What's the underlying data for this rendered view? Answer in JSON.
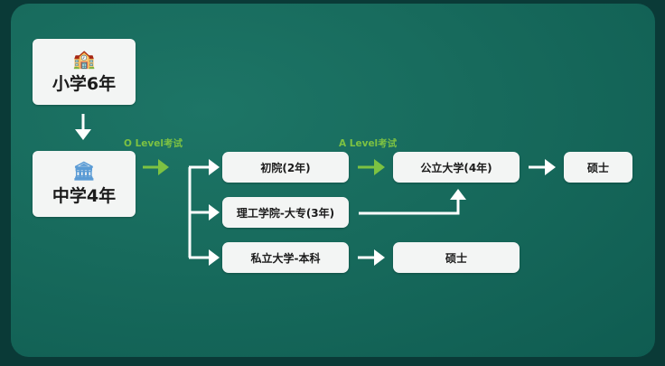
{
  "stages": {
    "primary": {
      "label": "小学6年",
      "icon": "school-building-icon"
    },
    "secondary": {
      "label": "中学4年",
      "icon": "college-building-icon"
    }
  },
  "exams": {
    "o_level": "O Level考试",
    "a_level": "A Level考试"
  },
  "paths": {
    "junior_college": "初院(2年)",
    "polytechnic": "理工学院-大专(3年)",
    "private_university": "私立大学-本科",
    "public_university": "公立大学(4年)",
    "masters_public": "硕士",
    "masters_private": "硕士"
  },
  "colors": {
    "exam_arrow": "#7dc242",
    "arrow": "#ffffff",
    "panel": "#176a5c"
  }
}
